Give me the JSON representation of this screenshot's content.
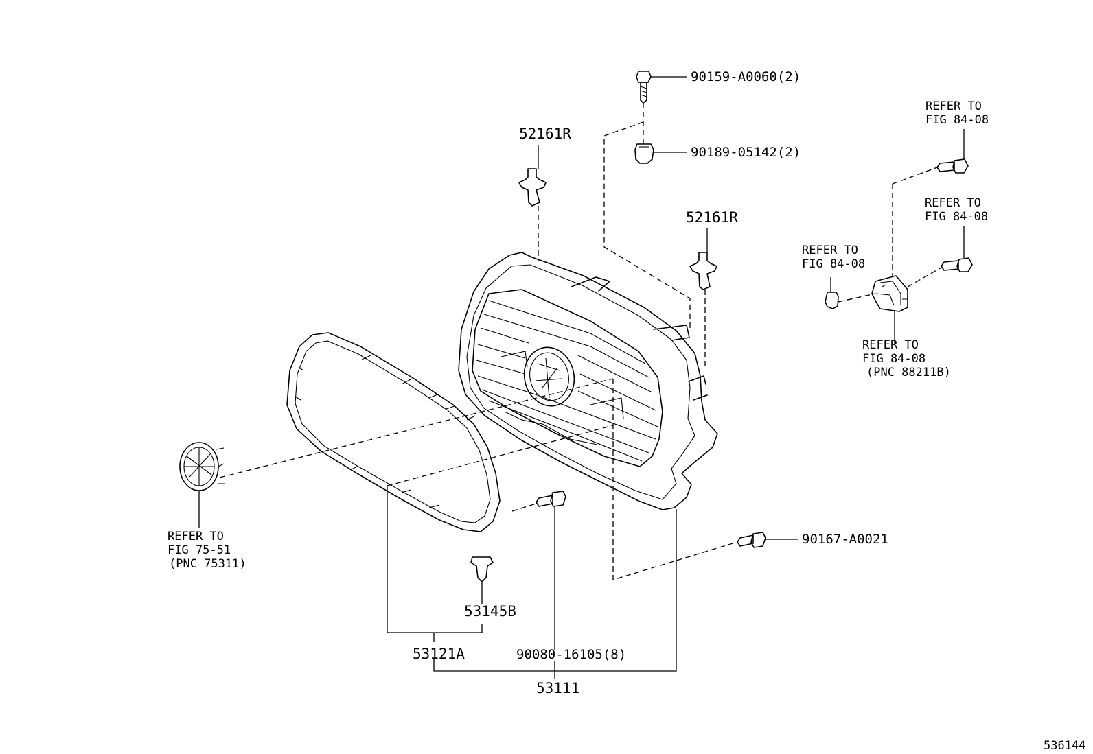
{
  "diagram": {
    "labels": {
      "bolt_top": "90159-A0060(2)",
      "nut_top": "90189-05142(2)",
      "clip_left": "52161R",
      "clip_right": "52161R",
      "refer_sensor_top": [
        "REFER TO",
        "FIG 84-08"
      ],
      "refer_sensor_mid": [
        "REFER TO",
        "FIG 84-08"
      ],
      "refer_sensor_left": [
        "REFER TO",
        "FIG 84-08"
      ],
      "refer_sensor_bottom": [
        "REFER TO",
        "FIG 84-08",
        "(PNC 88211B)"
      ],
      "refer_emblem": [
        "REFER TO",
        "FIG 75-51",
        "(PNC 75311)"
      ],
      "bolt_right": "90167-A0021",
      "clip_bottom": "53145B",
      "screw": "90080-16105(8)",
      "molding": "53121A",
      "grille_assy": "53111",
      "figure_id": "536144"
    }
  }
}
